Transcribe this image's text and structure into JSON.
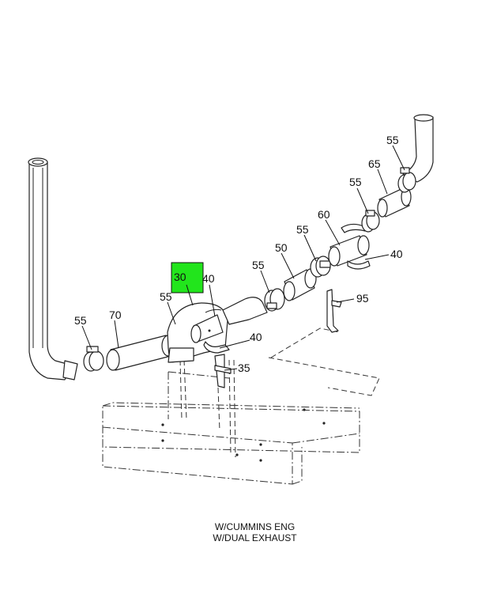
{
  "highlight_color": "#22e51c",
  "highlighted_callout": "30",
  "callouts": {
    "c30": "30",
    "c40a": "40",
    "c40b": "40",
    "c40c": "40",
    "c55a": "55",
    "c55b": "55",
    "c55c": "55",
    "c55d": "55",
    "c55e": "55",
    "c50": "50",
    "c60": "60",
    "c65": "65",
    "c70": "70",
    "c35": "35",
    "c95": "95"
  },
  "caption": {
    "line1": "W/CUMMINS ENG",
    "line2": "W/DUAL EXHAUST"
  }
}
